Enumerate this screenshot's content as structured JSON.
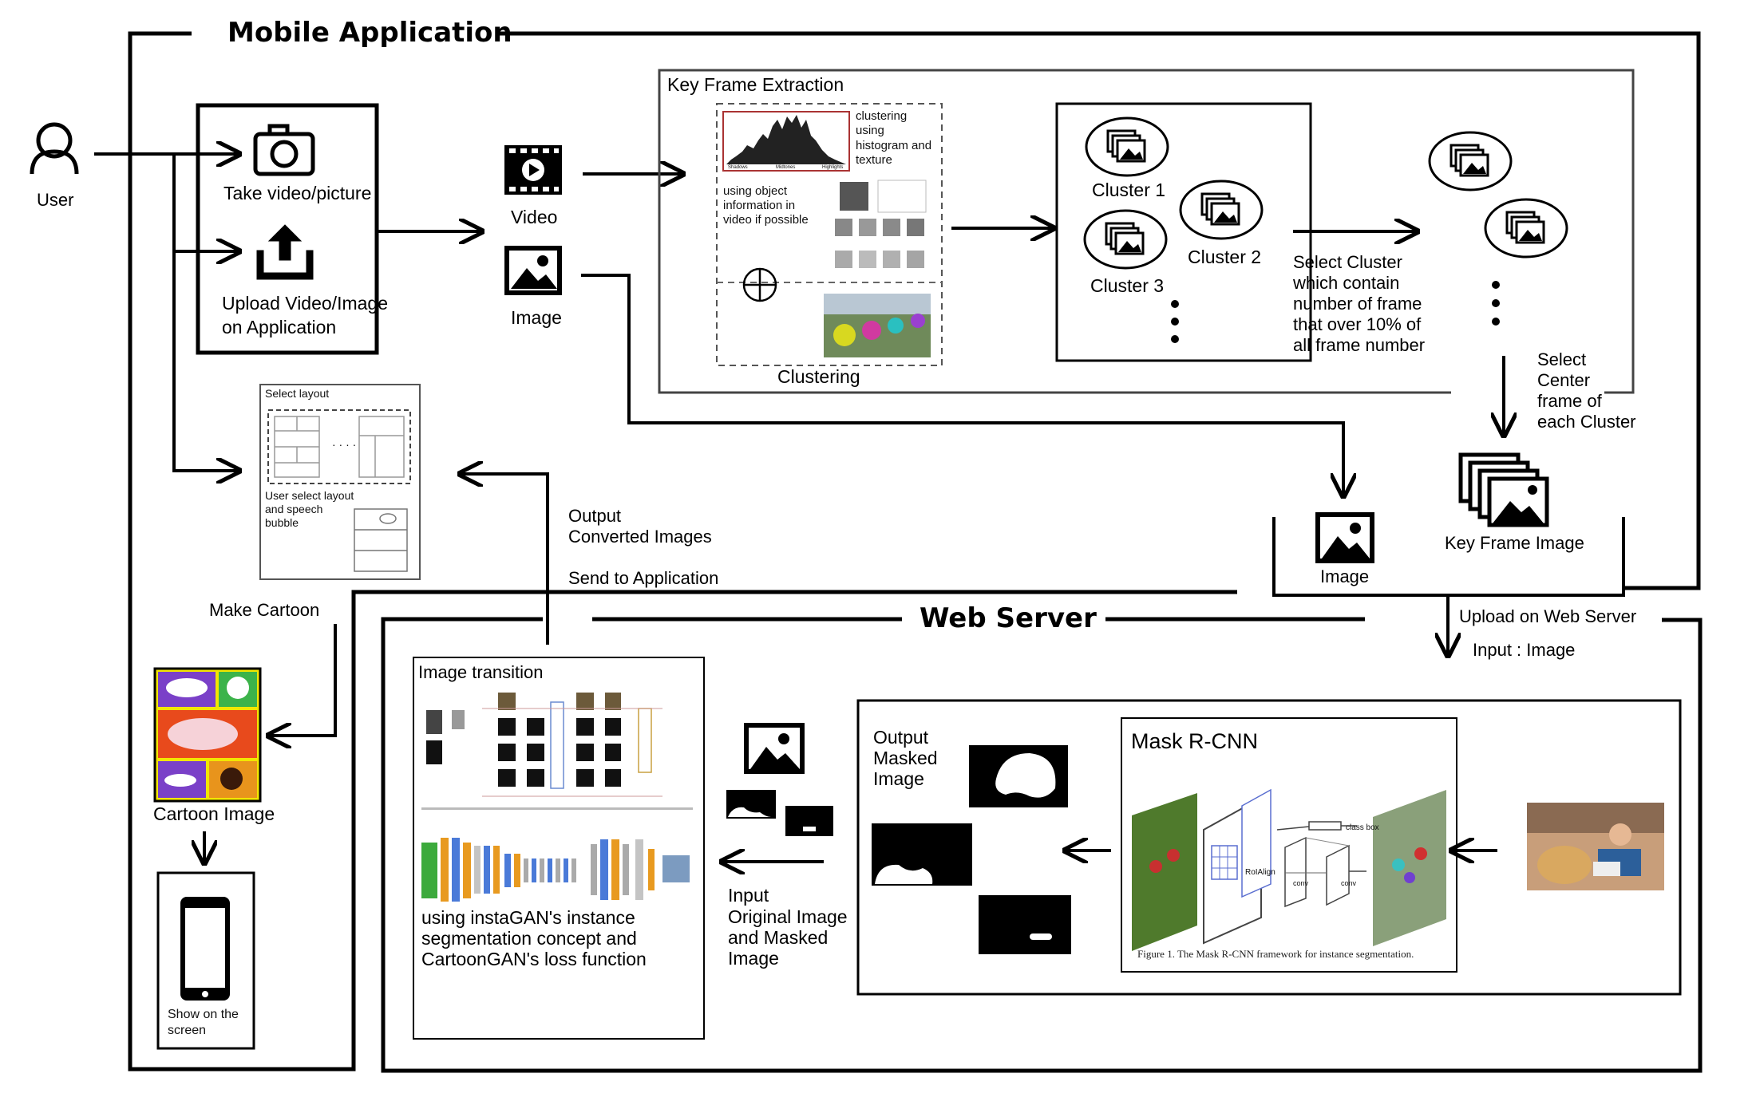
{
  "sections": {
    "mobile_application": "Mobile Application",
    "web_server": "Web Server"
  },
  "user": {
    "label": "User"
  },
  "input_box": {
    "take": "Take video/picture",
    "upload_line1": "Upload Video/Image",
    "upload_line2": "on Application"
  },
  "media": {
    "video": "Video",
    "image": "Image"
  },
  "key_frame_extraction": {
    "title": "Key Frame Extraction",
    "clustering_note": [
      "clustering",
      "using",
      "histogram and",
      "texture"
    ],
    "object_note": [
      "using object",
      "information in",
      "video if possible"
    ],
    "histogram_labels": [
      "Shadows",
      "Midtones",
      "Highlights"
    ],
    "clustering_label": "Clustering"
  },
  "clusters": {
    "c1": "Cluster 1",
    "c2": "Cluster 2",
    "c3": "Cluster 3"
  },
  "select_cluster": [
    "Select Cluster",
    "which contain",
    "number of frame",
    "that over 10% of",
    "all frame number"
  ],
  "select_center": [
    "Select",
    "Center",
    "frame of",
    "each Cluster"
  ],
  "key_frame_image": "Key Frame Image",
  "image_out": "Image",
  "upload_web": {
    "line1": "Upload on Web Server",
    "line2": "Input : Image"
  },
  "layout_panel": {
    "title": "Select layout",
    "note": [
      "User select layout",
      "and speech",
      "bubble"
    ]
  },
  "output_converted": {
    "line1": "Output",
    "line2": "Converted Images",
    "line3": "Send to Application"
  },
  "make_cartoon": "Make Cartoon",
  "cartoon_image": "Cartoon Image",
  "phone": {
    "line1": "Show on the",
    "line2": "screen"
  },
  "image_transition": {
    "title": "Image transition",
    "desc": [
      "using instaGAN's instance",
      "segmentation concept and",
      "CartoonGAN's loss function"
    ]
  },
  "input_original": [
    "Input",
    "Original Image",
    "and Masked",
    "Image"
  ],
  "output_masked": [
    "Output",
    "Masked",
    "Image"
  ],
  "mask_rcnn": {
    "title": "Mask R-CNN",
    "roi": "RoIAlign",
    "class_box": "class box",
    "conv1": "conv",
    "conv2": "conv",
    "caption": "Figure 1. The Mask R-CNN framework for instance segmentation."
  },
  "colors": {
    "line": "#000000",
    "frame_gray": "#444444"
  }
}
